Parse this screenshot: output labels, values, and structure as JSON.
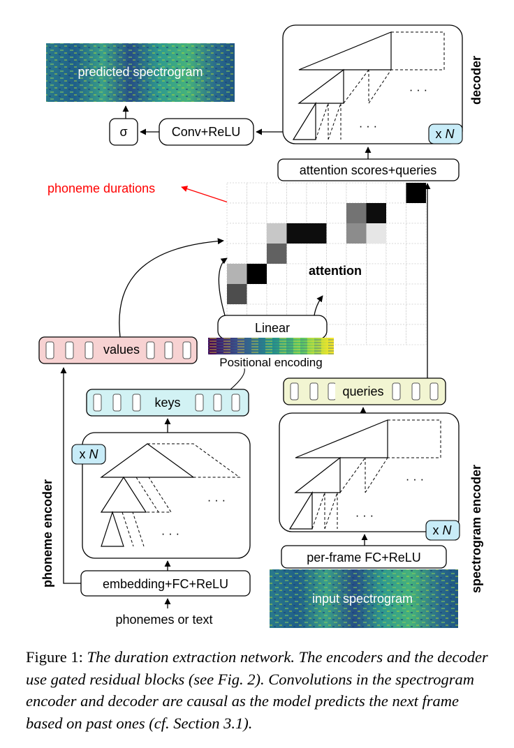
{
  "colors": {
    "values_fill": "#f7d2d2",
    "keys_fill": "#d2f2f4",
    "queries_fill": "#f2f5d2",
    "xn_fill": "#c8ecf8",
    "durations_red": "#ff0000",
    "box_stroke": "#000000"
  },
  "labels": {
    "predicted_spectrogram": "predicted spectrogram",
    "input_spectrogram": "input spectrogram",
    "sigma": "σ",
    "conv_relu": "Conv+ReLU",
    "decoder": "decoder",
    "attention_scores_queries": "attention scores+queries",
    "phoneme_durations": "phoneme durations",
    "attention": "attention",
    "linear": "Linear",
    "positional_encoding": "Positional encoding",
    "values": "values",
    "keys": "keys",
    "queries": "queries",
    "x_n_prefix": "x",
    "x_n_var": "N",
    "phoneme_encoder": "phoneme encoder",
    "spectrogram_encoder": "spectrogram encoder",
    "embedding_fc_relu": "embedding+FC+ReLU",
    "per_frame_fc_relu": "per-frame FC+ReLU",
    "phonemes_or_text": "phonemes or text",
    "ellipsis": "· · ·"
  },
  "attention_matrix": {
    "rows": 8,
    "cols": 10,
    "cells": [
      [
        0,
        9,
        1.0
      ],
      [
        1,
        6,
        0.55
      ],
      [
        1,
        7,
        0.95
      ],
      [
        2,
        2,
        0.22
      ],
      [
        2,
        3,
        0.95
      ],
      [
        2,
        4,
        0.95
      ],
      [
        2,
        6,
        0.45
      ],
      [
        2,
        7,
        0.1
      ],
      [
        3,
        2,
        0.62
      ],
      [
        4,
        0,
        0.3
      ],
      [
        4,
        1,
        1.0
      ],
      [
        5,
        0,
        0.7
      ]
    ]
  },
  "caption": {
    "figure_label": "Figure 1:",
    "text": "The duration extraction network. The encoders and the decoder use gated residual blocks (see Fig. 2). Convolutions in the spectrogram encoder and decoder are causal as the model predicts the next frame based on past ones (cf. Section 3.1)."
  }
}
